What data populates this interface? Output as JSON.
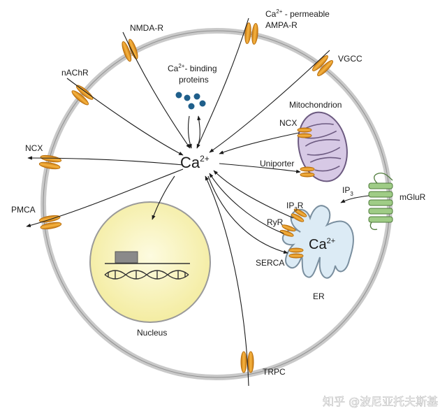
{
  "labels": {
    "nmda": "NMDA-R",
    "ampa_line1_pre": "Ca",
    "ampa_line1_sup": "2+",
    "ampa_line1_post": " - permeable",
    "ampa_line2": "AMPA-R",
    "vgcc": "VGCC",
    "nachr": "nAChR",
    "cbp_line1_pre": "Ca",
    "cbp_line1_sup": "2+",
    "cbp_line1_post": "- binding",
    "cbp_line2": "proteins",
    "mito": "Mitochondrion",
    "mito_ncx": "NCX",
    "uniporter": "Uniporter",
    "ncx": "NCX",
    "pmca": "PMCA",
    "ca_center_base": "Ca",
    "ca_center_sup": "2+",
    "ip3": "IP",
    "ip3_sub": "3",
    "mglur": "mGluR",
    "ip3r": "IP",
    "ip3r_sub": "3",
    "ip3r_post": "R",
    "ryr": "RyR",
    "ca_er_base": "Ca",
    "ca_er_sup": "2+",
    "serca": "SERCA",
    "er": "ER",
    "nucleus": "Nucleus",
    "trpc": "TRPC"
  },
  "watermark": "知乎 @波尼亚托夫斯基",
  "colors": {
    "membrane": "#c9c9c9",
    "channel": "#f0a12b",
    "channel_edge": "#b86f10",
    "nucleus": "#f9f3b2",
    "nucleus_edge": "#9a9a9a",
    "mito_fill": "#d7c9e5",
    "mito_edge": "#6c5a80",
    "er_fill": "#dcebf5",
    "er_edge": "#7a8f9f",
    "mglur": "#9fcc86",
    "protein": "#1f5f8b"
  }
}
